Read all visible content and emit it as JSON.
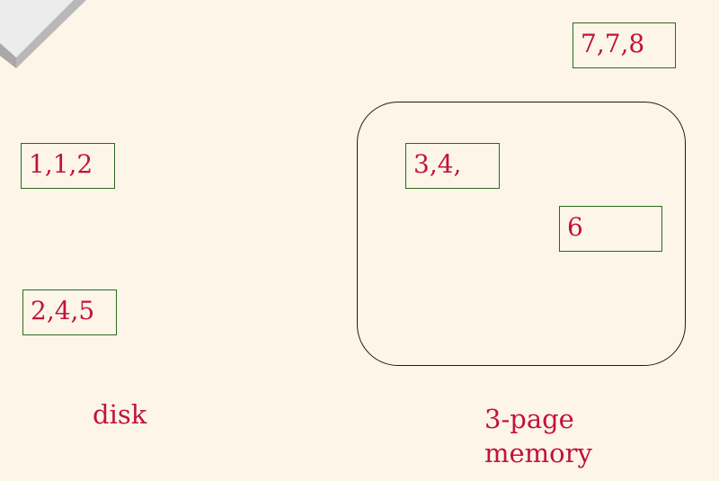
{
  "disk": {
    "label": "disk",
    "pages": [
      "1,1,2",
      "2,4,5"
    ]
  },
  "memory": {
    "label_line1": "3-page",
    "label_line2": "memory",
    "pages": [
      "3,4,",
      "6"
    ]
  },
  "incoming_page": "7,7,8",
  "colors": {
    "background": "#fdf5e8",
    "text": "#c0143c",
    "page_border": "#2a6a1e",
    "frame_border": "#1a1a1a"
  }
}
